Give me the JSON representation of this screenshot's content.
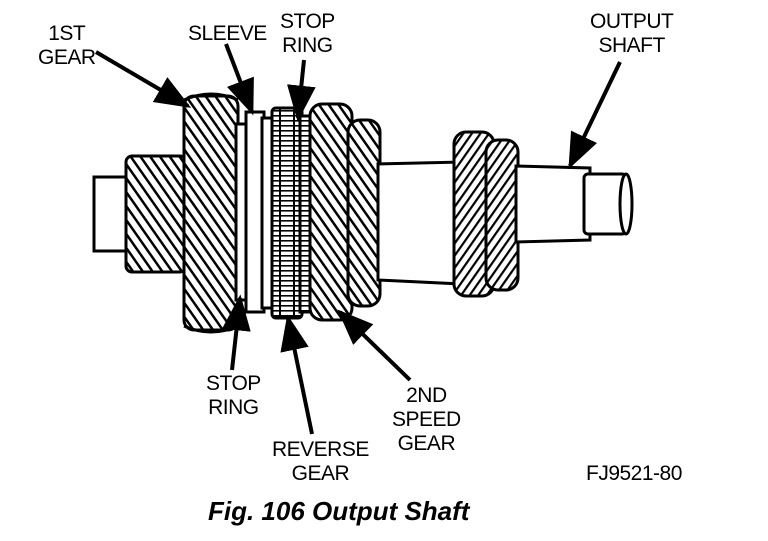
{
  "labels": {
    "first_gear": [
      "1ST",
      "GEAR"
    ],
    "sleeve": "SLEEVE",
    "stop_ring_top": [
      "STOP",
      "RING"
    ],
    "output_shaft": [
      "OUTPUT",
      "SHAFT"
    ],
    "stop_ring_bottom": [
      "STOP",
      "RING"
    ],
    "reverse_gear": [
      "REVERSE",
      "GEAR"
    ],
    "second_speed_gear": [
      "2ND",
      "SPEED",
      "GEAR"
    ]
  },
  "figure_code": "FJ9521-80",
  "caption": "Fig. 106 Output Shaft"
}
